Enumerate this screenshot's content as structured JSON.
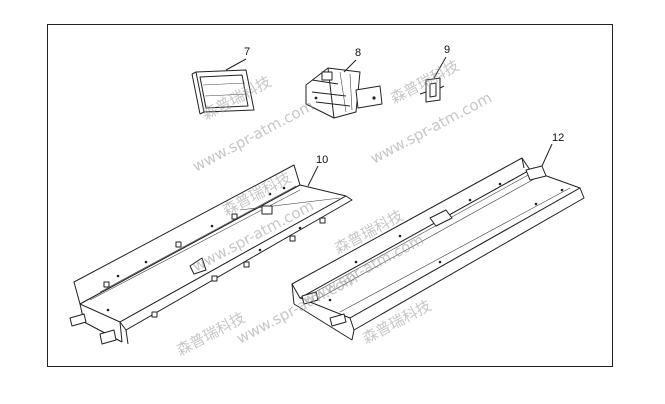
{
  "labels": {
    "part_7": "7",
    "part_8": "8",
    "part_9": "9",
    "part_10": "10",
    "part_12": "12"
  },
  "watermark": {
    "brand": "森普瑞科技",
    "site": "www.spr-atm.com"
  },
  "colors": {
    "line": "#222222",
    "background": "#ffffff",
    "watermark": "#9a9a9a"
  }
}
